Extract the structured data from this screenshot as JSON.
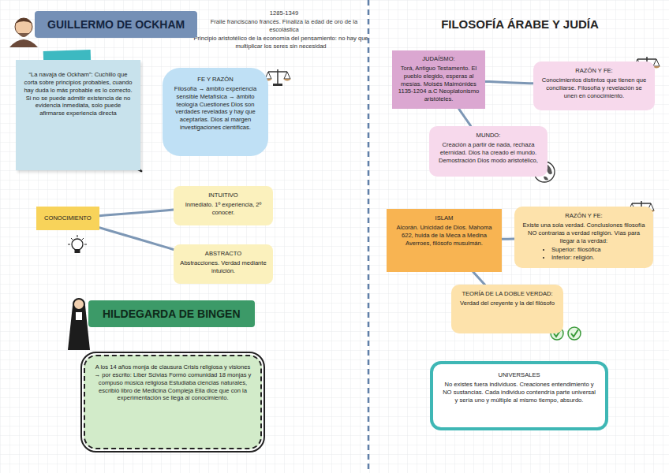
{
  "diagram": {
    "title": "FILOSOFÍA ÁRABE Y JUDÍA",
    "nodes": [
      {
        "text": [
          "GUILLERMO DE OCKHAM"
        ]
      },
      {
        "text": [
          "“La navaja de Ockham”: Cuchillo que corta sobre principios probables, cuando hay duda lo más probable es lo correcto. Si no se puede admitir existencia de no evidencia inmediata, solo puede afirmarse experiencia directa"
        ]
      },
      {
        "text": [
          "FE Y RAZÓN",
          "Filosofía → ámbito experiencia sensible Metafísica → ámbito teología Cuestiones Dios son verdades reveladas y hay que aceptarlas. Dios al margen investigaciones científicas."
        ]
      },
      {
        "text": [
          "CONOCIMIENTO"
        ]
      },
      {
        "text": [
          "INTUITIVO",
          "Inmediato. 1º experiencia, 2º conocer."
        ]
      },
      {
        "text": [
          "ABSTRACTO",
          "Abstracciones. Verdad mediante intuición."
        ]
      },
      {
        "text": [
          "HILDEGARDA DE BINGEN"
        ]
      },
      {
        "text": [
          "A los 14 años monja de clausura Crisis religiosa y visiones → por escrito: Liber Scivias Formó comunidad 18 monjas y compuso música religiosa Estudiaba ciencias naturales, escribió libro de Medicina Compleja Ella dice que con la experimentación se llega al conocimiento."
        ]
      },
      {
        "text": [
          "JUDAÍSMO:",
          "Torá, Antiguo Testamento. El pueblo elegido, esperas al mesías. Moisés Maimónides 1135-1204 a.C Neoplatonismo aristóteles."
        ]
      },
      {
        "text": [
          "RAZÓN Y FE:",
          "Conocimientos distintos que tienen que conciliarse. Filosofía y revelación se unen en conocimiento."
        ]
      },
      {
        "text": [
          "MUNDO:",
          "Creación a partir de nada, rechaza eternidad. Dios ha creado el mundo. Demostración Dios modo aristotélico,"
        ]
      },
      {
        "text": [
          "ISLAM",
          "Alcorán. Unicidad de Dios. Mahoma 622, huida de la Meca a Medina Averroes, filósofo musulmán."
        ]
      },
      {
        "text": [
          "RAZÓN Y FE:",
          "Existe una sola verdad. Conclusiones filosofía NO contrarias a verdad religión. Vías para llegar a la verdad:",
          "Superior: filosófica",
          "Inferior: religión."
        ]
      },
      {
        "text": [
          "TEORÍA DE LA DOBLE VERDAD:",
          "Verdad del creyente y la del filósofo"
        ]
      },
      {
        "text": [
          "UNIVERSALES",
          "No existes fuera individuos. Creaciones entendimiento y NO sustancias. Cada individuo contendría parte universal y sería uno y múltiple al mismo tiempo, absurdo."
        ]
      }
    ],
    "edges": [
      {
        "from": 3,
        "to": 4,
        "arrow": "none"
      },
      {
        "from": 3,
        "to": 5,
        "arrow": "none"
      },
      {
        "from": 8,
        "to": 9,
        "arrow": "none"
      },
      {
        "from": 8,
        "to": 10,
        "arrow": "none"
      },
      {
        "from": 11,
        "to": 12,
        "arrow": "none"
      },
      {
        "from": 11,
        "to": 13,
        "arrow": "none"
      }
    ],
    "labels": [
      "1285-1349",
      "Fraile franciscano francés. Finaliza la edad de oro de la escolástica",
      "Principio aristotélico de la economía del pensamiento: no hay que multiplicar los seres sin necesidad"
    ]
  }
}
